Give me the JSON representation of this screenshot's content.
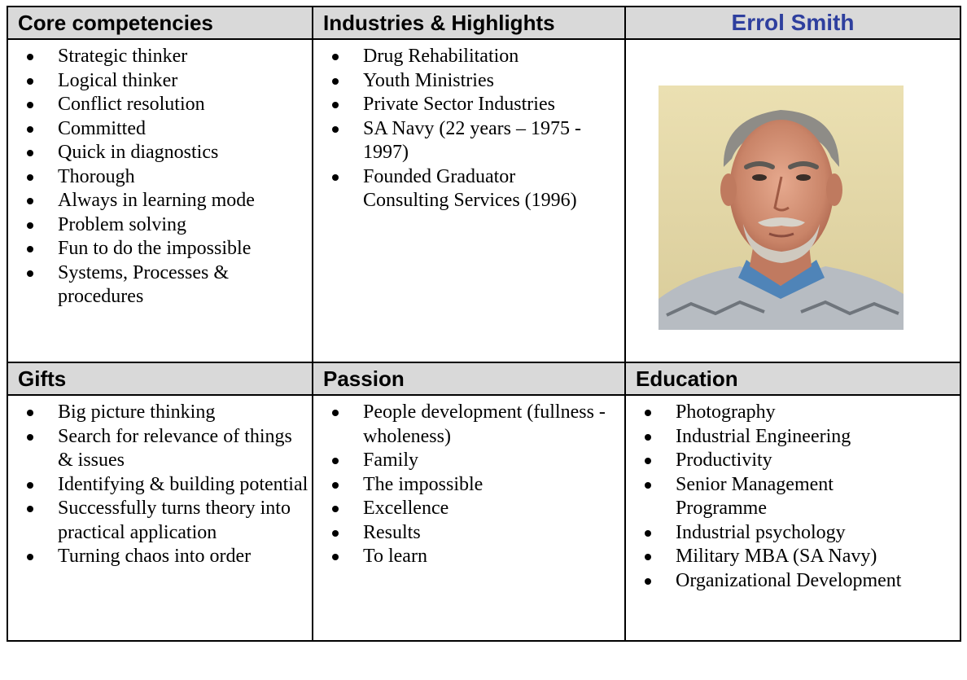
{
  "row1": {
    "core": {
      "title": "Core competencies",
      "items": [
        "Strategic thinker",
        "Logical thinker",
        "Conflict resolution",
        "Committed",
        "Quick in diagnostics",
        "Thorough",
        "Always in learning mode",
        "Problem solving",
        "Fun to do the impossible",
        "Systems, Processes & procedures"
      ]
    },
    "industries": {
      "title": "Industries & Highlights",
      "items": [
        "Drug Rehabilitation",
        "Youth Ministries",
        "Private Sector Industries",
        "SA Navy (22 years – 1975 - 1997)",
        "Founded Graduator Consulting Services (1996)"
      ]
    },
    "profile": {
      "name": "Errol Smith",
      "name_color": "#2e3f9e"
    }
  },
  "row2": {
    "gifts": {
      "title": "Gifts",
      "items": [
        "Big picture thinking",
        "Search for relevance of things & issues",
        "Identifying & building potential",
        "Successfully turns theory into practical application",
        "Turning chaos into order"
      ]
    },
    "passion": {
      "title": "Passion",
      "items": [
        "People development (fullness - wholeness)",
        "Family",
        "The impossible",
        "Excellence",
        "Results",
        "To learn"
      ]
    },
    "education": {
      "title": "Education",
      "items": [
        "Photography",
        "Industrial Engineering",
        "Productivity",
        "Senior Management Programme",
        "Industrial psychology",
        "Military MBA (SA Navy)",
        "Organizational Development"
      ]
    }
  },
  "header_bg": "#d9d9d9"
}
